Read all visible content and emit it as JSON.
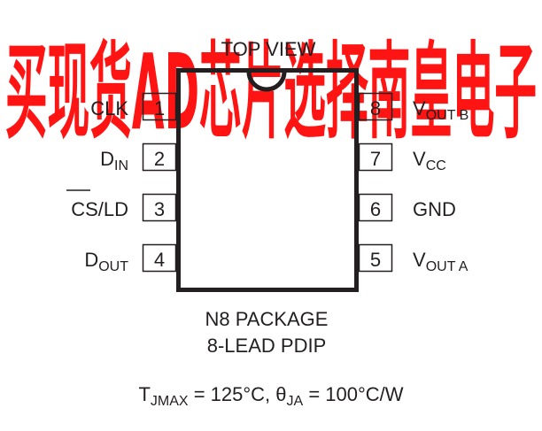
{
  "view_label": "TOP VIEW",
  "pins_left": [
    {
      "number": "1",
      "name": "CLK",
      "sub": ""
    },
    {
      "number": "2",
      "name": "D",
      "sub": "IN"
    },
    {
      "number": "3",
      "name": "CS/LD",
      "sub": ""
    },
    {
      "number": "4",
      "name": "D",
      "sub": "OUT"
    }
  ],
  "pins_right": [
    {
      "number": "8",
      "name": "V",
      "sub": "OUT B"
    },
    {
      "number": "7",
      "name": "V",
      "sub": "CC"
    },
    {
      "number": "6",
      "name": "GND",
      "sub": ""
    },
    {
      "number": "5",
      "name": "V",
      "sub": "OUT A"
    }
  ],
  "package": {
    "line1": "N8 PACKAGE",
    "line2": "8-LEAD PDIP"
  },
  "thermal": {
    "t_sym": "T",
    "t_sub": "JMAX",
    "t_val": " = 125°C, ",
    "theta_sym": "θ",
    "theta_sub": "JA",
    "theta_val": " = 100°C/W"
  },
  "watermark": {
    "text": "买现货AD芯片选择南皇电子",
    "color": "#ff0000"
  },
  "colors": {
    "ink": "#231f20",
    "background": "#ffffff"
  }
}
